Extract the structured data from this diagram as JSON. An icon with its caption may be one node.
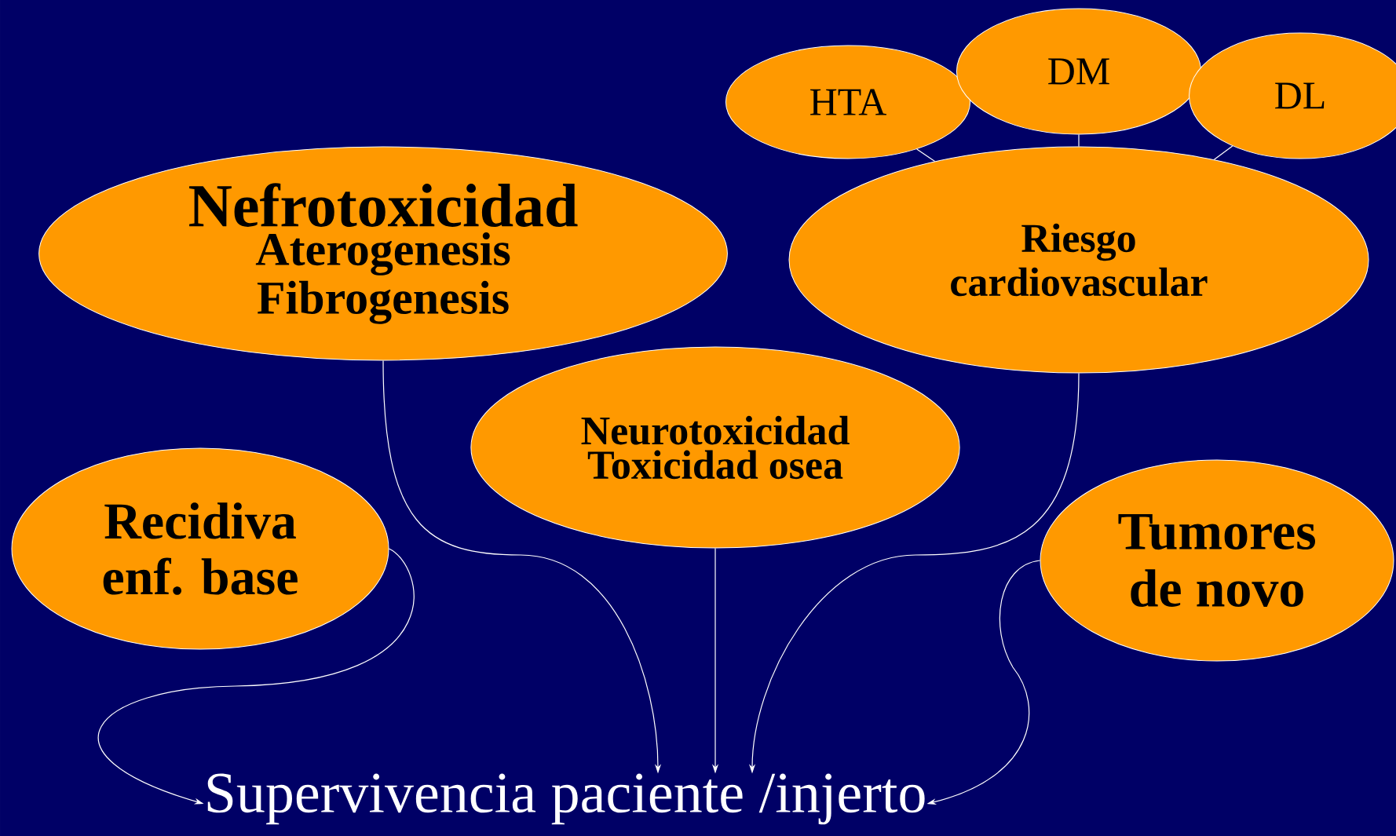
{
  "diagram": {
    "nodes": [
      {
        "text": [
          "Nefrotoxicidad",
          "Aterogenesis",
          "Fibrogenesis"
        ]
      },
      {
        "text": [
          "HTA"
        ]
      },
      {
        "text": [
          "DM"
        ]
      },
      {
        "text": [
          "DL"
        ]
      },
      {
        "text": [
          "Riesgo cardiovascular"
        ]
      },
      {
        "text": [
          "Neurotoxicidad",
          "Toxicidad osea"
        ]
      },
      {
        "text": [
          "Recidiva enf. base"
        ]
      },
      {
        "text": [
          "Tumores de novo"
        ]
      },
      {
        "text": [
          "Supervivencia paciente /injerto"
        ]
      }
    ],
    "edges": [
      {
        "from": 1,
        "to": 4,
        "arrow": "none"
      },
      {
        "from": 2,
        "to": 4,
        "arrow": "none"
      },
      {
        "from": 3,
        "to": 4,
        "arrow": "none"
      },
      {
        "from": 0,
        "to": 8,
        "arrow": "to"
      },
      {
        "from": 5,
        "to": 8,
        "arrow": "to"
      },
      {
        "from": 4,
        "to": 8,
        "arrow": "to"
      },
      {
        "from": 6,
        "to": 8,
        "arrow": "to"
      },
      {
        "from": 7,
        "to": 8,
        "arrow": "to"
      }
    ]
  }
}
